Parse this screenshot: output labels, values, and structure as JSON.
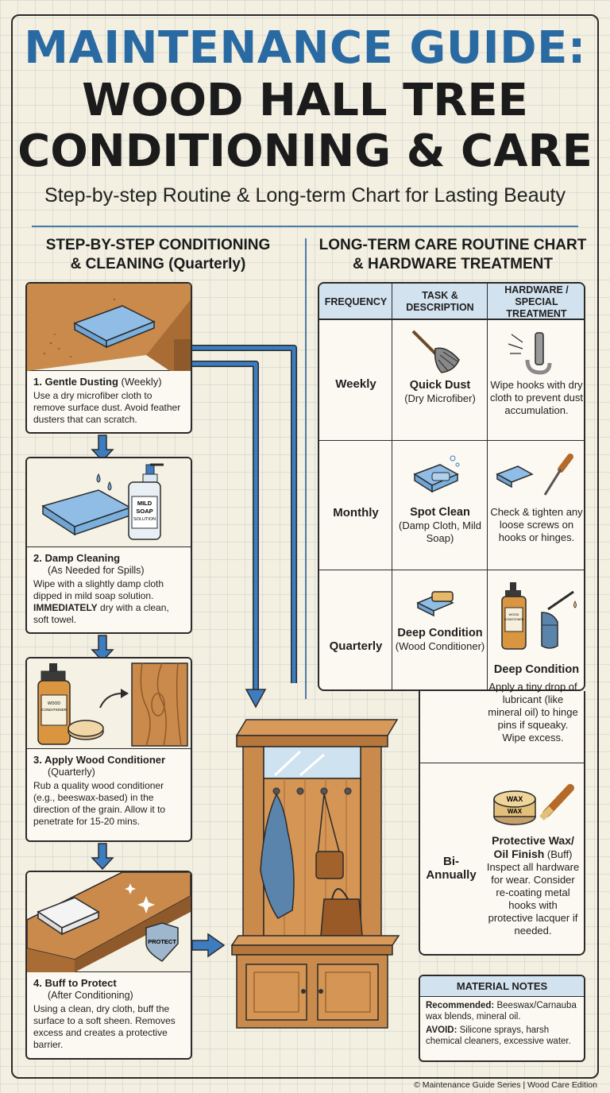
{
  "title": {
    "line1": "MAINTENANCE GUIDE:",
    "line2": "WOOD HALL TREE",
    "line3": "CONDITIONING & CARE",
    "subtitle": "Step-by-step Routine & Long-term Chart for Lasting Beauty"
  },
  "left_section": {
    "heading_line1": "STEP-BY-STEP CONDITIONING",
    "heading_line2": "& CLEANING (Quarterly)",
    "steps": [
      {
        "title": "1. Gentle Dusting",
        "paren": "(Weekly)",
        "sub": "",
        "body": "Use a dry microfiber cloth to remove surface dust. Avoid feather dusters that can scratch."
      },
      {
        "title": "2. Damp Cleaning",
        "paren": "",
        "sub": "(As Needed for Spills)",
        "body": "Wipe with a slightly damp cloth dipped in mild soap solution.",
        "emph": "IMMEDIATELY",
        "body2": "dry with a clean, soft towel.",
        "bottle_label": "MILD SOAP SOLUTION"
      },
      {
        "title": "3. Apply Wood Conditioner",
        "paren": "",
        "sub": "(Quarterly)",
        "body": "Rub a quality wood conditioner (e.g., beeswax-based) in the direction of the grain. Allow it to penetrate for 15-20 mins.",
        "bottle_label": "WOOD CONDITIONER"
      },
      {
        "title": "4. Buff to Protect",
        "paren": "",
        "sub": "(After Conditioning)",
        "body": "Using a clean, dry cloth, buff the surface to a soft sheen. Removes excess and creates a protective barrier.",
        "shield_label": "PROTECT"
      }
    ]
  },
  "right_section": {
    "heading_line1": "LONG-TERM CARE ROUTINE CHART",
    "heading_line2": "& HARDWARE TREATMENT",
    "columns": [
      "FREQUENCY",
      "TASK & DESCRIPTION",
      "HARDWARE / SPECIAL TREATMENT"
    ],
    "rows": [
      {
        "frequency": "Weekly",
        "task_title": "Quick Dust",
        "task_detail": "(Dry Microfiber)",
        "hardware_title": "",
        "hardware": "Wipe hooks with dry cloth to prevent dust accumulation."
      },
      {
        "frequency": "Monthly",
        "task_title": "Spot Clean",
        "task_detail": "(Damp Cloth, Mild Soap)",
        "hardware_title": "",
        "hardware": "Check & tighten any loose screws on hooks or hinges."
      },
      {
        "frequency": "Quarterly",
        "task_title": "Deep Condition",
        "task_detail": "(Wood Conditioner)",
        "hardware_title": "Deep Condition",
        "hardware": "Apply a tiny drop of lubricant (like mineral oil) to hinge pins if squeaky. Wipe excess.",
        "bottle_label": "WOOD CONDITIONER"
      },
      {
        "frequency": "Bi-Annually",
        "task_title": "",
        "task_detail": "",
        "hardware_title": "Protective Wax/ Oil Finish",
        "hardware_title_paren": "(Buff)",
        "hardware": "Inspect all hardware for wear. Consider re-coating metal hooks with protective lacquer if needed.",
        "tin_label_top": "WAX",
        "tin_label_bottom": "WAX"
      }
    ]
  },
  "material_notes": {
    "heading": "MATERIAL NOTES",
    "recommended_label": "Recommended:",
    "recommended": "Beeswax/Carnauba wax blends, mineral oil.",
    "avoid_label": "AVOID:",
    "avoid": "Silicone sprays, harsh chemical cleaners, excessive water."
  },
  "footer": "© Maintenance Guide Series | Wood Care Edition",
  "colors": {
    "title_blue": "#2a6aa3",
    "header_fill": "#d3e2ef",
    "arrow_blue": "#3e7cc0",
    "wood": "#c98a4b",
    "background": "#f3efe1"
  }
}
